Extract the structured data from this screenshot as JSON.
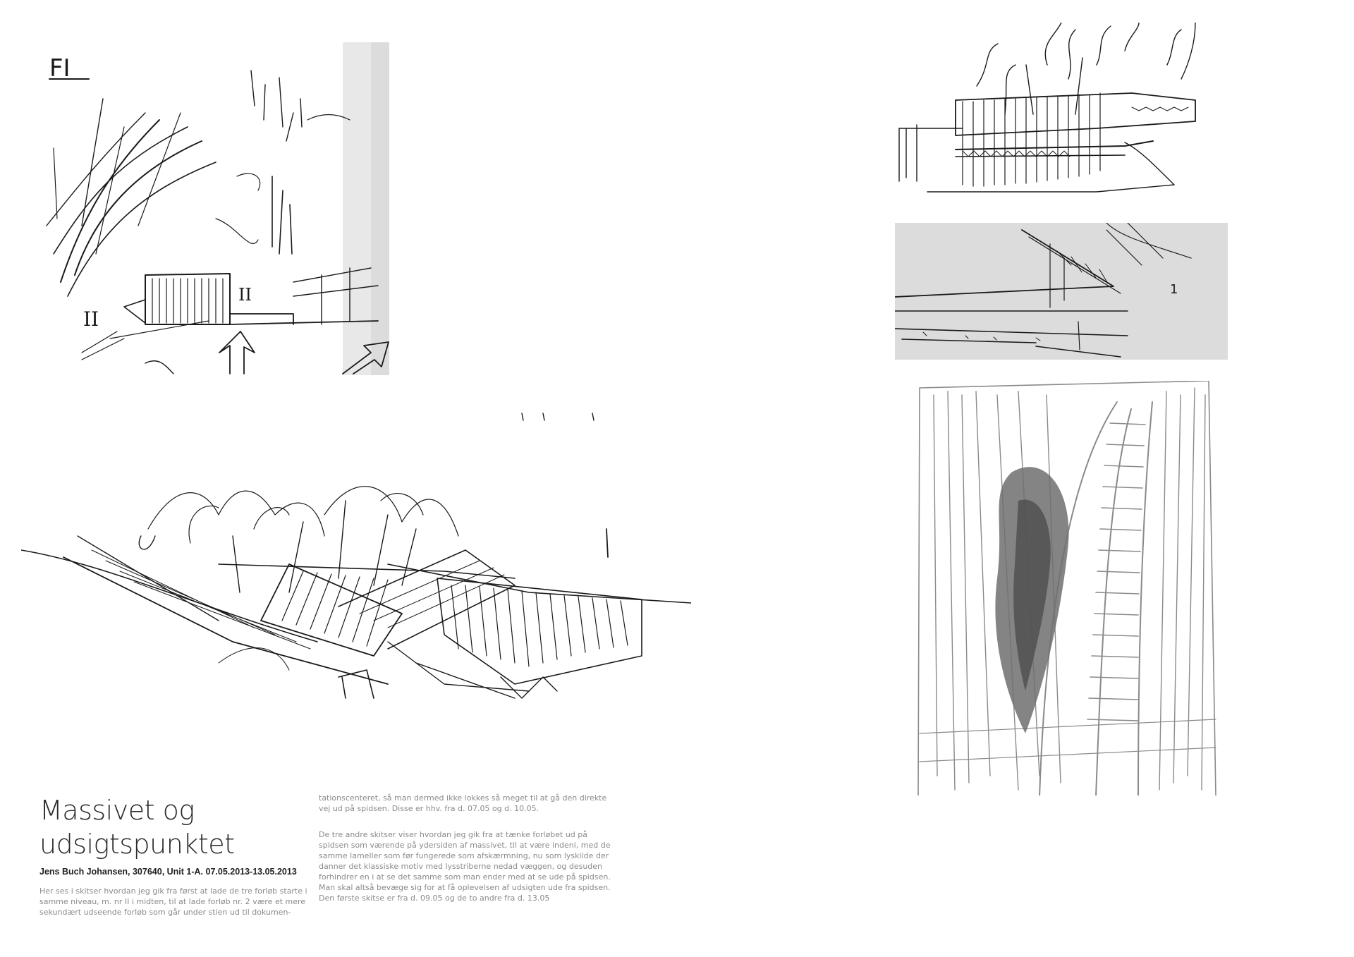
{
  "heading": {
    "title": "Massivet og udsigtspunktet",
    "author": "Jens Buch Johansen, 307640, Unit 1-A. 07.05.2013-13.05.2013"
  },
  "body_text": {
    "col1": "Her ses i skitser hvordan jeg gik fra først at lade de tre forløb starte i samme niveau, m. nr II i midten, til at lade forløb nr. 2 være et mere sekundært udseende forløb som går under stien ud til dokumen-",
    "col2_top": "tationscenteret, så man dermed ikke lokkes så meget til at gå den direkte vej ud på spidsen. Disse er hhv. fra d. 07.05 og d. 10.05.",
    "col2_bottom": "De tre andre skitser viser hvordan jeg gik fra at tænke forløbet ud på spidsen som værende på ydersiden af massivet, til at være indeni, med de samme lameller som før fungerede som afskærmning, nu som lyskilde der danner det klassiske motiv med lysstriberne nedad væggen, og desuden forhindrer en i at se det samme som man ender med at se ude på spidsen. Man skal altså bevæge sig for at få oplevelsen af udsigten ude fra spidsen. Den første skitse er fra d. 09.05 og de to andre fra d. 13.05"
  },
  "sketch_labels": {
    "sketch1_label": "FI",
    "sketch1_mark_left": "II",
    "sketch1_mark_right": "II",
    "sketch4_mark": "1"
  }
}
